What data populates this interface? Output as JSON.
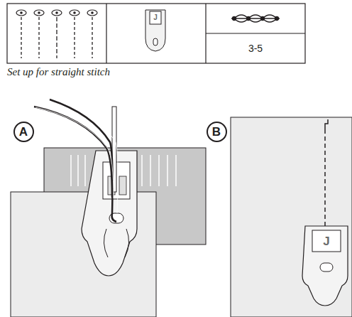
{
  "diagram": {
    "caption": "Set up for straight stitch",
    "nodes": [
      {
        "text": [
          "A"
        ]
      },
      {
        "text": [
          "B"
        ]
      }
    ],
    "labels": [
      "3-5",
      "J",
      "J"
    ]
  }
}
